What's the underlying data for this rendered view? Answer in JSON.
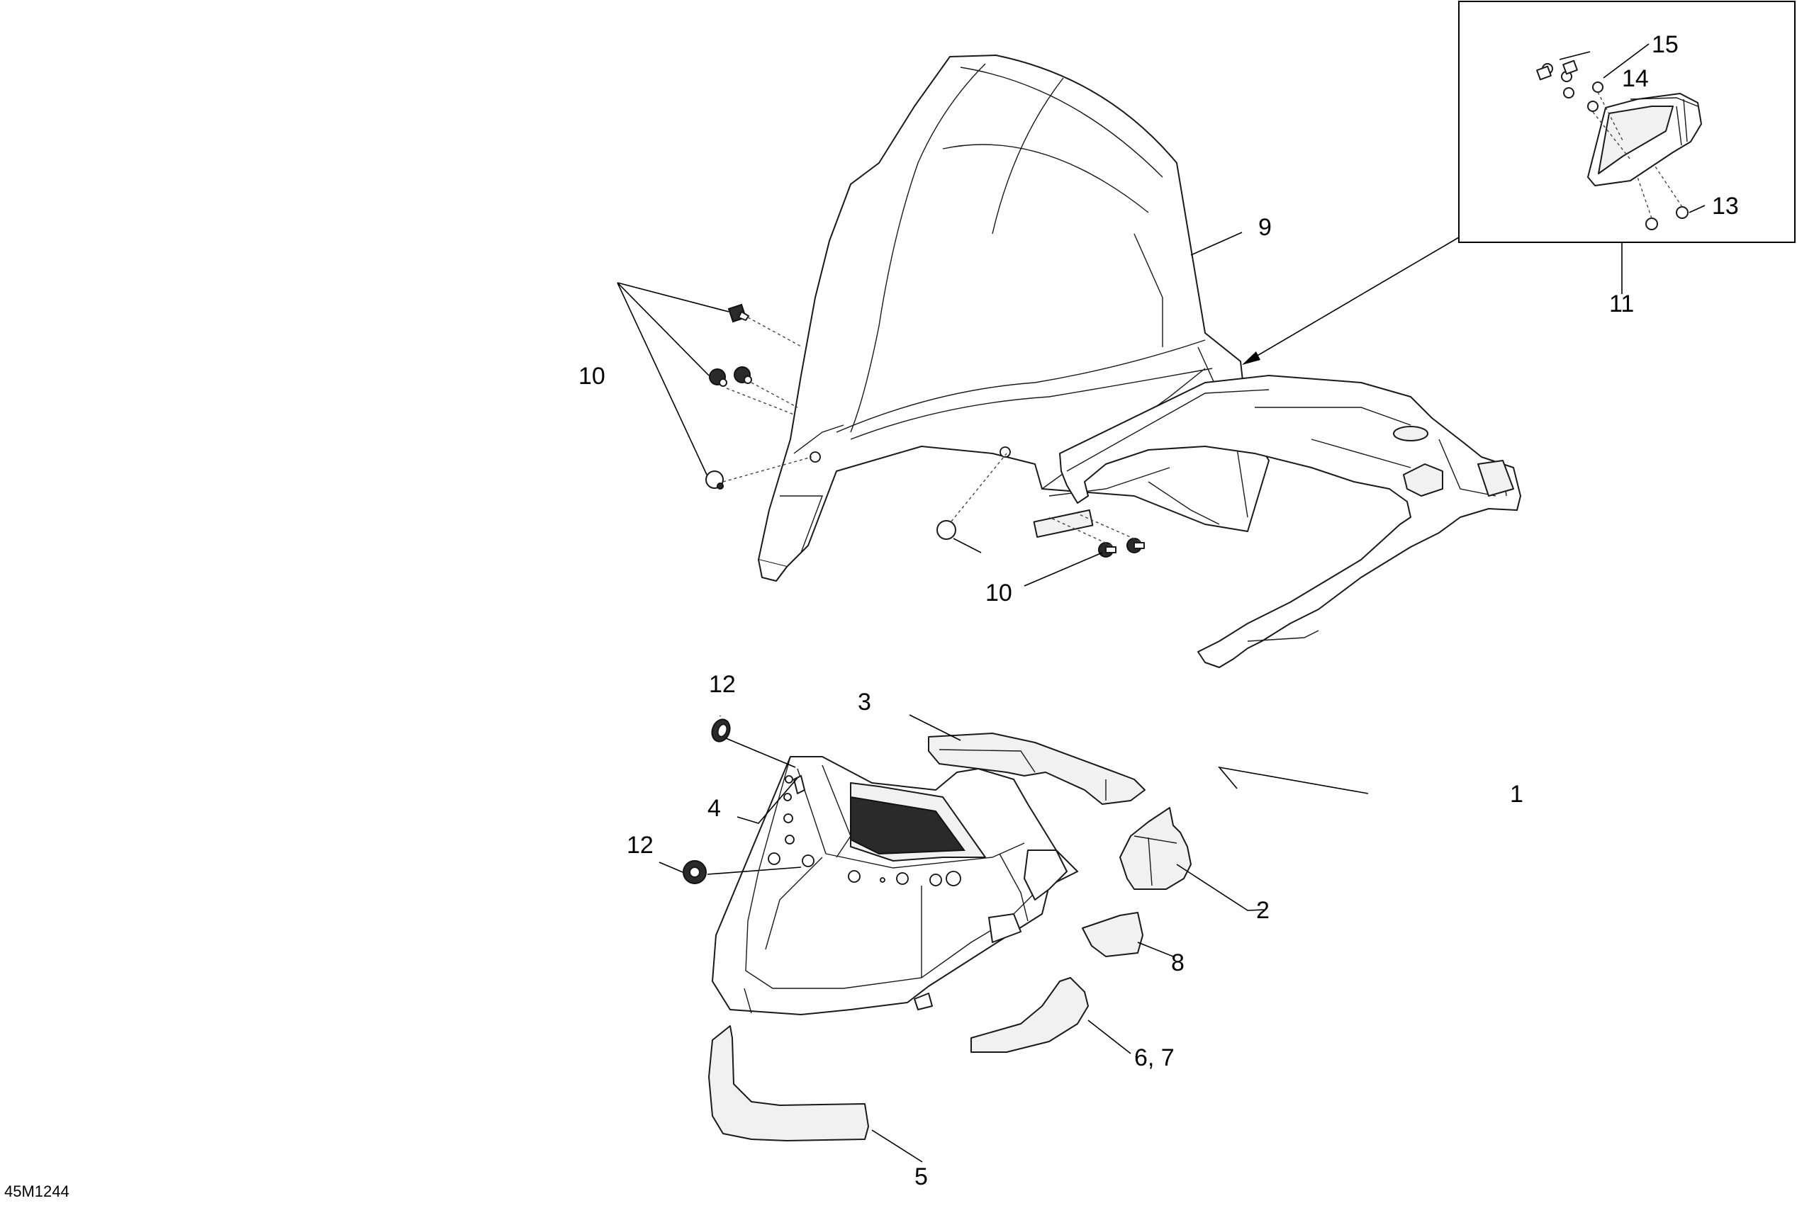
{
  "diagram": {
    "drawing_id": "45M1244",
    "callouts": {
      "c1": "1",
      "c2": "2",
      "c3": "3",
      "c4": "4",
      "c5": "5",
      "c67": "6, 7",
      "c8": "8",
      "c9": "9",
      "c10a": "10",
      "c10b": "10",
      "c11": "11",
      "c12a": "12",
      "c12b": "12",
      "c13": "13",
      "c14": "14",
      "c15": "15"
    },
    "colors": {
      "line": "#1a1a1a",
      "background": "#ffffff"
    }
  }
}
